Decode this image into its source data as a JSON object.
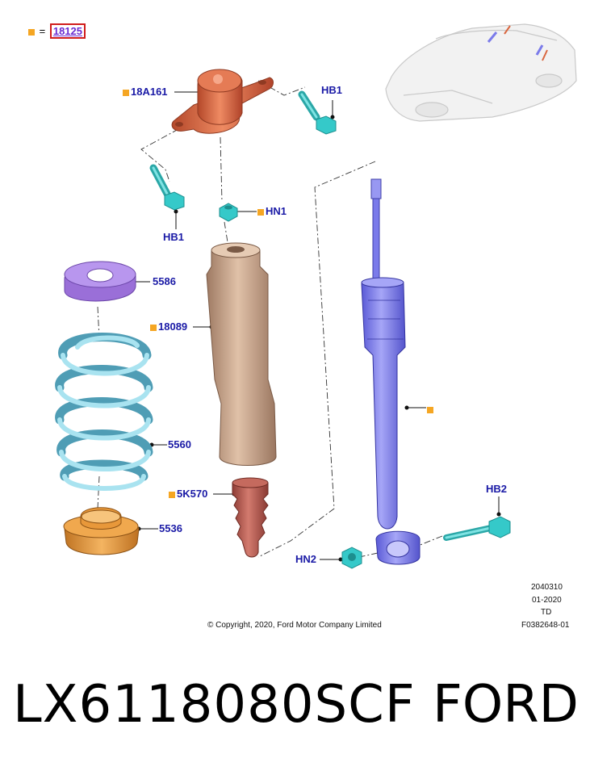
{
  "legend": {
    "equals": "=",
    "code": "18125"
  },
  "callouts": {
    "top_mount": "18A161",
    "hb1_top": "HB1",
    "hb1_left": "HB1",
    "hn1": "HN1",
    "isolator": "5586",
    "dust_boot": "18089",
    "spring": "5560",
    "bump_stop": "5K570",
    "lower_seat": "5536",
    "hb2": "HB2",
    "hn2": "HN2"
  },
  "meta": {
    "code1": "2040310",
    "date": "01-2020",
    "td": "TD",
    "figure": "F0382648-01",
    "copyright": "© Copyright, 2020, Ford Motor Company Limited"
  },
  "footer": {
    "part_number": "LX6118080SCF",
    "brand": "FORD"
  },
  "colors": {
    "callout": "#1a1aa6",
    "marker": "#f5a623",
    "top_mount": "#d9663f",
    "fastener": "#35c9c9",
    "isolator": "#a57de0",
    "dust_boot": "#c99d80",
    "spring": "#8fd6e6",
    "bump_stop": "#b85a50",
    "lower_seat": "#e69a3a",
    "shock": "#7b7bea"
  }
}
